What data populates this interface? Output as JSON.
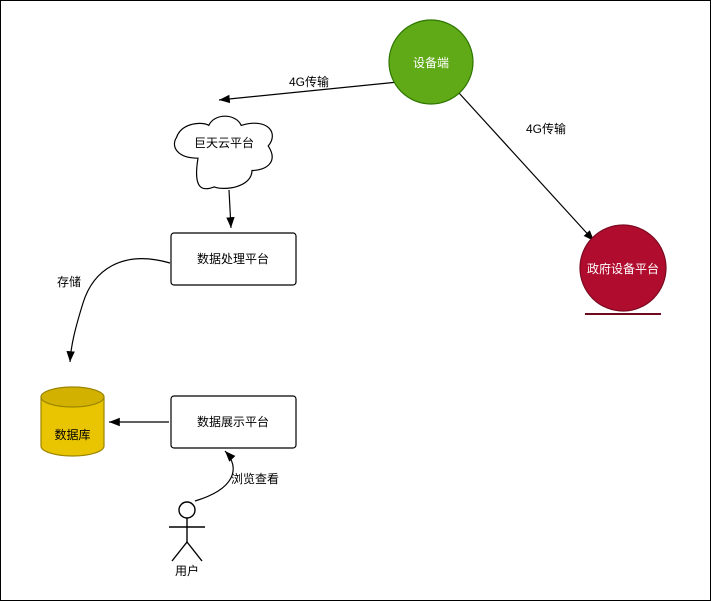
{
  "diagram": {
    "nodes": {
      "device": {
        "label": "设备端",
        "fill": "#60a917",
        "stroke": "#2d7600",
        "text_color": "#ffffff"
      },
      "gov": {
        "label": "政府设备平台",
        "fill": "#b00c2e",
        "stroke": "#7c0a21",
        "underline_color": "#6d0a1e",
        "text_color": "#ffffff"
      },
      "cloud": {
        "label": "巨天云平台",
        "fill": "#ffffff",
        "stroke": "#000000"
      },
      "process": {
        "label": "数据处理平台",
        "fill": "#ffffff",
        "stroke": "#000000"
      },
      "display": {
        "label": "数据展示平台",
        "fill": "#ffffff",
        "stroke": "#000000"
      },
      "db": {
        "label": "数据库",
        "fill": "#e8c500",
        "top_fill": "#d2b100",
        "stroke": "#9c8500"
      },
      "user": {
        "label": "用户"
      }
    },
    "edges": {
      "device_to_cloud": {
        "label": "4G传输"
      },
      "device_to_gov": {
        "label": "4G传输"
      },
      "process_to_db": {
        "label": "存储"
      },
      "user_to_display": {
        "label": "浏览查看"
      }
    }
  }
}
